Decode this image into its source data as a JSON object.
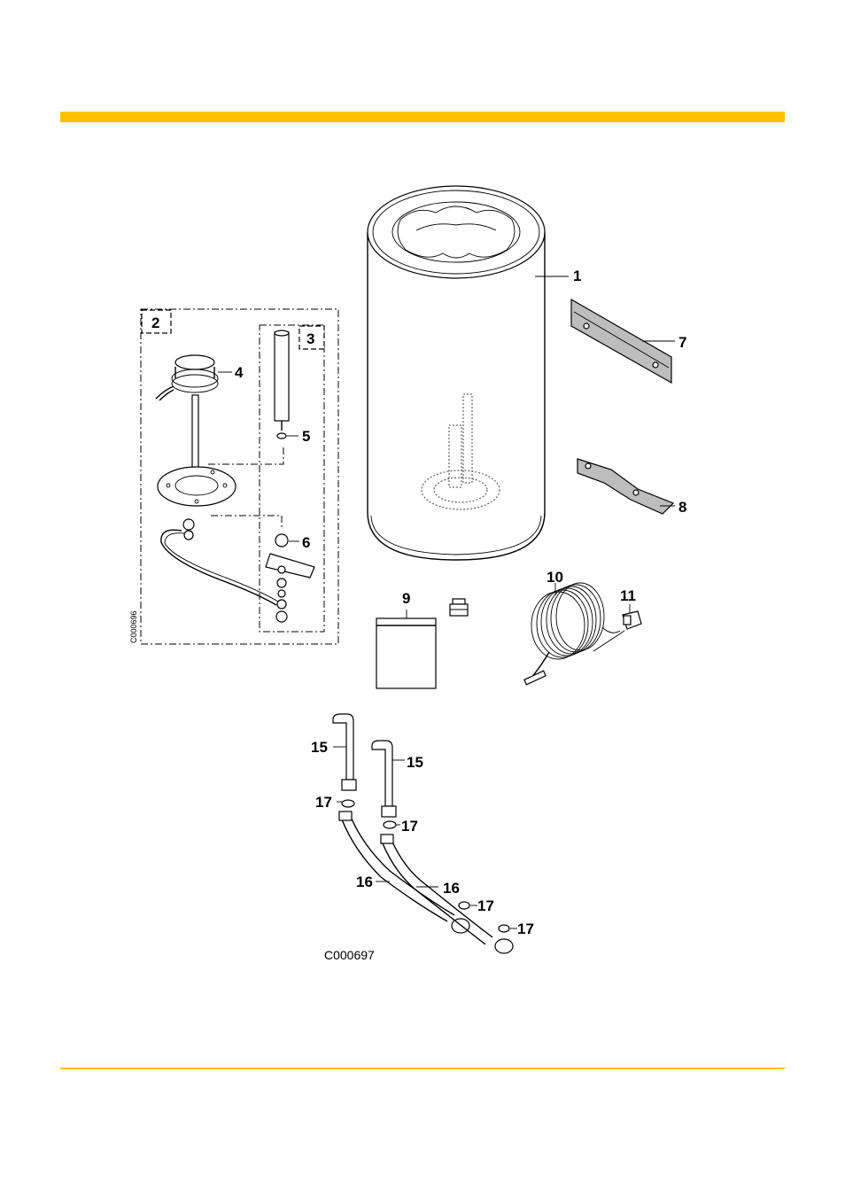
{
  "colors": {
    "accent": "#FFC000",
    "line": "#000000"
  },
  "labels": {
    "l1": "1",
    "l2": "2",
    "l3": "3",
    "l4": "4",
    "l5": "5",
    "l6": "6",
    "l7": "7",
    "l8": "8",
    "l9": "9",
    "l10": "10",
    "l11": "11",
    "l15a": "15",
    "l15b": "15",
    "l16a": "16",
    "l16b": "16",
    "l17a": "17",
    "l17b": "17",
    "l17c": "17",
    "l17d": "17"
  },
  "codes": {
    "top_figure": "C000696",
    "bottom_figure": "C000697"
  }
}
